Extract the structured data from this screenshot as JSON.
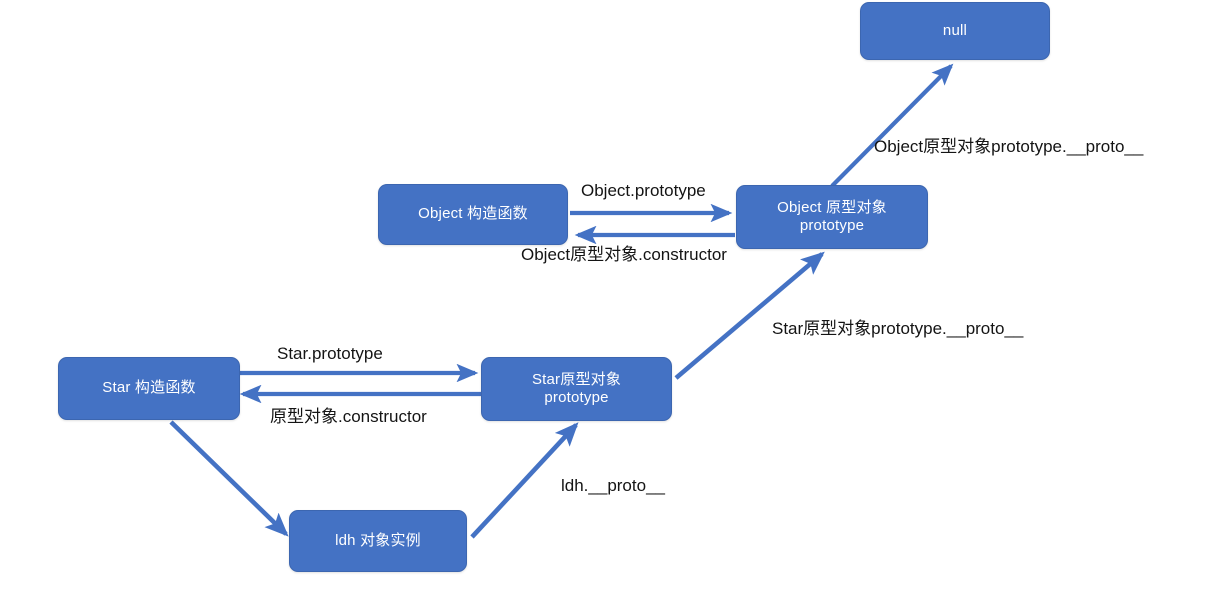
{
  "diagram": {
    "title": "JavaScript prototype chain diagram",
    "colors": {
      "node_fill": "#4472C4",
      "node_border": "#3C66B0",
      "node_text": "#FFFFFF",
      "arrow": "#4472C4",
      "label_text": "#141414",
      "background": "#FFFFFF"
    },
    "nodes": [
      {
        "id": "null",
        "label": "null"
      },
      {
        "id": "object-constructor",
        "label": "Object 构造函数"
      },
      {
        "id": "object-prototype",
        "label": "Object 原型对象\nprototype"
      },
      {
        "id": "star-constructor",
        "label": "Star 构造函数"
      },
      {
        "id": "star-prototype",
        "label": "Star原型对象\nprototype"
      },
      {
        "id": "ldh-instance",
        "label": "ldh 对象实例"
      }
    ],
    "edges": [
      {
        "id": "object-proto-to-null",
        "label": "Object原型对象prototype.__proto__",
        "from": "object-prototype",
        "to": "null"
      },
      {
        "id": "objectctor-to-objectproto",
        "label": "Object.prototype",
        "from": "object-constructor",
        "to": "object-prototype"
      },
      {
        "id": "objectproto-to-objectctor",
        "label": "Object原型对象.constructor",
        "from": "object-prototype",
        "to": "object-constructor"
      },
      {
        "id": "starproto-to-objectproto",
        "label": "Star原型对象prototype.__proto__",
        "from": "star-prototype",
        "to": "object-prototype"
      },
      {
        "id": "starctor-to-starproto",
        "label": "Star.prototype",
        "from": "star-constructor",
        "to": "star-prototype"
      },
      {
        "id": "starproto-to-starctor",
        "label": "原型对象.constructor",
        "from": "star-prototype",
        "to": "star-constructor"
      },
      {
        "id": "starctor-to-ldh",
        "label": "",
        "from": "star-constructor",
        "to": "ldh-instance"
      },
      {
        "id": "ldh-to-starproto",
        "label": "ldh.__proto__",
        "from": "ldh-instance",
        "to": "star-prototype"
      }
    ]
  }
}
